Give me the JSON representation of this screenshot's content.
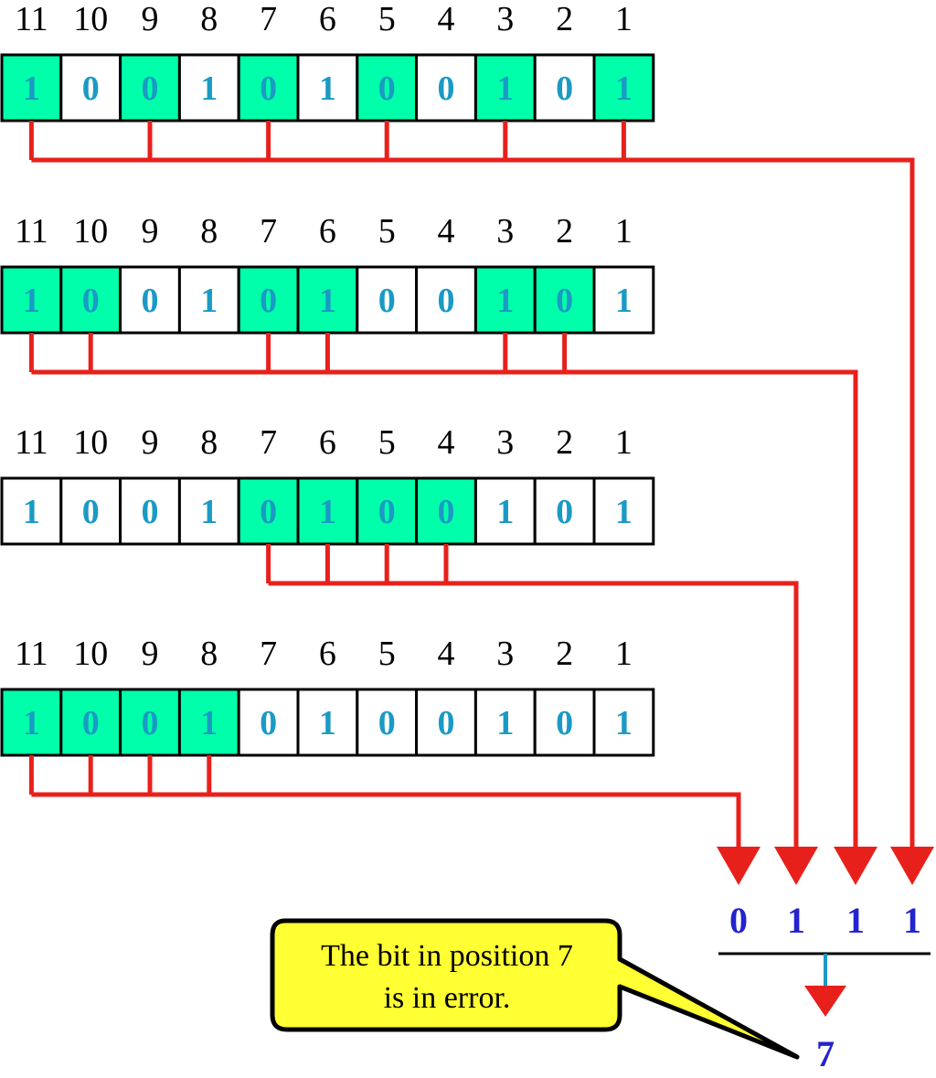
{
  "position_labels": [
    "11",
    "10",
    "9",
    "8",
    "7",
    "6",
    "5",
    "4",
    "3",
    "2",
    "1"
  ],
  "bits": [
    "1",
    "0",
    "0",
    "1",
    "0",
    "1",
    "0",
    "0",
    "1",
    "0",
    "1"
  ],
  "colors": {
    "highlight": "#00ffaa",
    "plain": "#ffffff",
    "line": "#e8201c",
    "bit_text": "#1a9ac4",
    "result_text": "#2323d0",
    "callout_fill": "#ffff33",
    "syndrome_arrow": "#1a9ac4"
  },
  "rows": [
    {
      "highlighted_positions": [
        "11",
        "9",
        "7",
        "5",
        "3",
        "1"
      ],
      "result_bit": "1"
    },
    {
      "highlighted_positions": [
        "11",
        "10",
        "7",
        "6",
        "3",
        "2"
      ],
      "result_bit": "1"
    },
    {
      "highlighted_positions": [
        "7",
        "6",
        "5",
        "4"
      ],
      "result_bit": "1"
    },
    {
      "highlighted_positions": [
        "11",
        "10",
        "9",
        "8"
      ],
      "result_bit": "0"
    }
  ],
  "result": {
    "bits": [
      "0",
      "1",
      "1",
      "1"
    ],
    "value": "7"
  },
  "callout": {
    "line1": "The bit in position 7",
    "line2": "is in error."
  }
}
